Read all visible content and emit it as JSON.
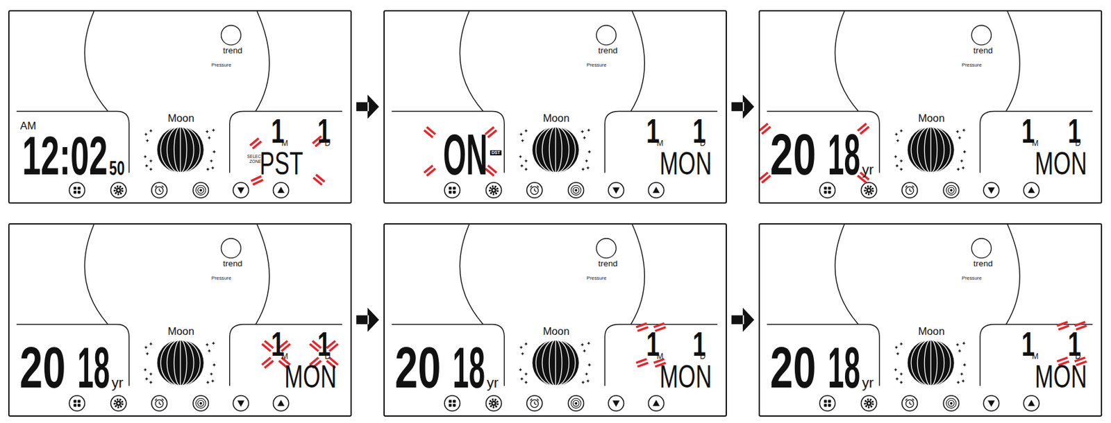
{
  "diagram": {
    "nodes": [
      {
        "text": [
          "trend",
          "Pressure",
          "Moon",
          "AM",
          "12:02",
          "50",
          "1",
          "M",
          "1",
          "D",
          "SELECT ZONE",
          "PST"
        ]
      },
      {
        "text": [
          "trend",
          "Pressure",
          "Moon",
          "ON",
          "DST",
          "1",
          "M",
          "1",
          "D",
          "MON"
        ]
      },
      {
        "text": [
          "trend",
          "Pressure",
          "Moon",
          "20",
          "18",
          "yr",
          "1",
          "M",
          "1",
          "D",
          "MON"
        ]
      },
      {
        "text": [
          "trend",
          "Pressure",
          "Moon",
          "20",
          "18",
          "yr",
          "1",
          "M",
          "1",
          "D",
          "MON"
        ]
      },
      {
        "text": [
          "trend",
          "Pressure",
          "Moon",
          "20",
          "18",
          "yr",
          "1",
          "M",
          "1",
          "D",
          "MON"
        ]
      },
      {
        "text": [
          "trend",
          "Pressure",
          "Moon",
          "20",
          "18",
          "yr",
          "1",
          "M",
          "1",
          "D",
          "MON"
        ]
      }
    ],
    "edges": [
      {
        "from": 0,
        "to": 1,
        "arrow": "to"
      },
      {
        "from": 1,
        "to": 2,
        "arrow": "to"
      },
      {
        "from": 3,
        "to": 4,
        "arrow": "to"
      },
      {
        "from": 4,
        "to": 5,
        "arrow": "to"
      }
    ]
  }
}
